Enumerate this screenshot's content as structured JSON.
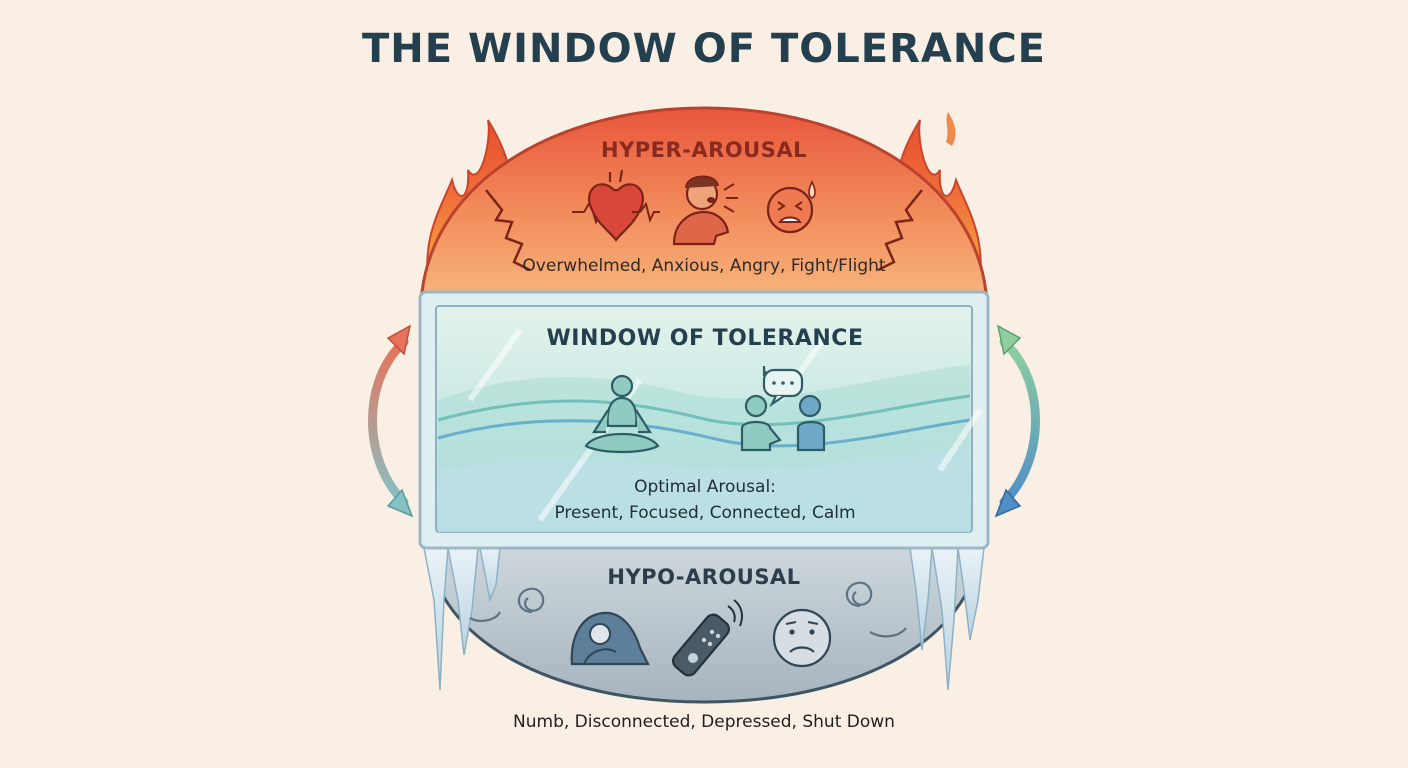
{
  "title": "THE WINDOW OF TOLERANCE",
  "zones": {
    "hyper": {
      "title": "HYPER-AROUSAL",
      "description": "Overwhelmed, Anxious, Angry, Fight/Flight",
      "color": "#e8664a",
      "icons": [
        "racing-heart-icon",
        "shouting-person-icon",
        "stressed-face-icon",
        "flame-icon"
      ]
    },
    "window": {
      "title": "WINDOW OF TOLERANCE",
      "description_line1": "Optimal Arousal:",
      "description_line2": "Present, Focused, Connected, Calm",
      "color": "#bfe3df",
      "icons": [
        "meditating-person-icon",
        "conversation-icon",
        "wave-icon"
      ]
    },
    "hypo": {
      "title": "HYPO-AROUSAL",
      "description": "Numb, Disconnected, Depressed, Shut Down",
      "color": "#b9c4cc",
      "icons": [
        "blanket-person-icon",
        "tv-remote-icon",
        "sad-face-icon",
        "icicle-icon"
      ]
    }
  },
  "arrows": [
    "left-cycle-arrow-icon",
    "right-cycle-arrow-icon"
  ]
}
